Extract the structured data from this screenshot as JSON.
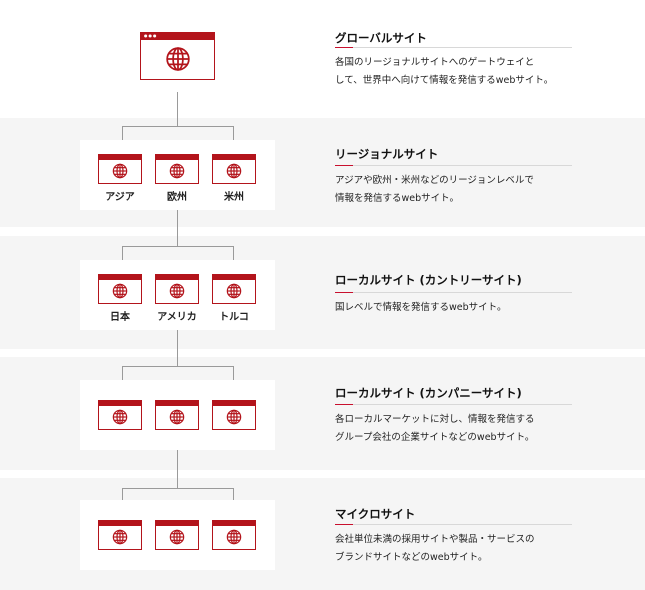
{
  "tiers": [
    {
      "title": "グローバルサイト",
      "description": [
        "各国のリージョナルサイトへのゲートウェイと",
        "して、世界中へ向けて情報を発信するwebサイト。"
      ]
    },
    {
      "title": "リージョナルサイト",
      "description": [
        "アジアや欧州・米州などのリージョンレベルで",
        "情報を発信するwebサイト。"
      ],
      "sites": [
        "アジア",
        "欧州",
        "米州"
      ]
    },
    {
      "title": "ローカルサイト (カントリーサイト)",
      "description": [
        "国レベルで情報を発信するwebサイト。"
      ],
      "sites": [
        "日本",
        "アメリカ",
        "トルコ"
      ]
    },
    {
      "title": "ローカルサイト (カンパニーサイト)",
      "description": [
        "各ローカルマーケットに対し、情報を発信する",
        "グループ会社の企業サイトなどのwebサイト。"
      ]
    },
    {
      "title": "マイクロサイト",
      "description": [
        "会社単位未満の採用サイトや製品・サービスの",
        "ブランドサイトなどのwebサイト。"
      ]
    }
  ],
  "colors": {
    "accent": "#b3141b",
    "band": "#f5f5f5",
    "line": "#9a9a9a"
  },
  "icons": {
    "site": "browser-window-globe-icon"
  }
}
